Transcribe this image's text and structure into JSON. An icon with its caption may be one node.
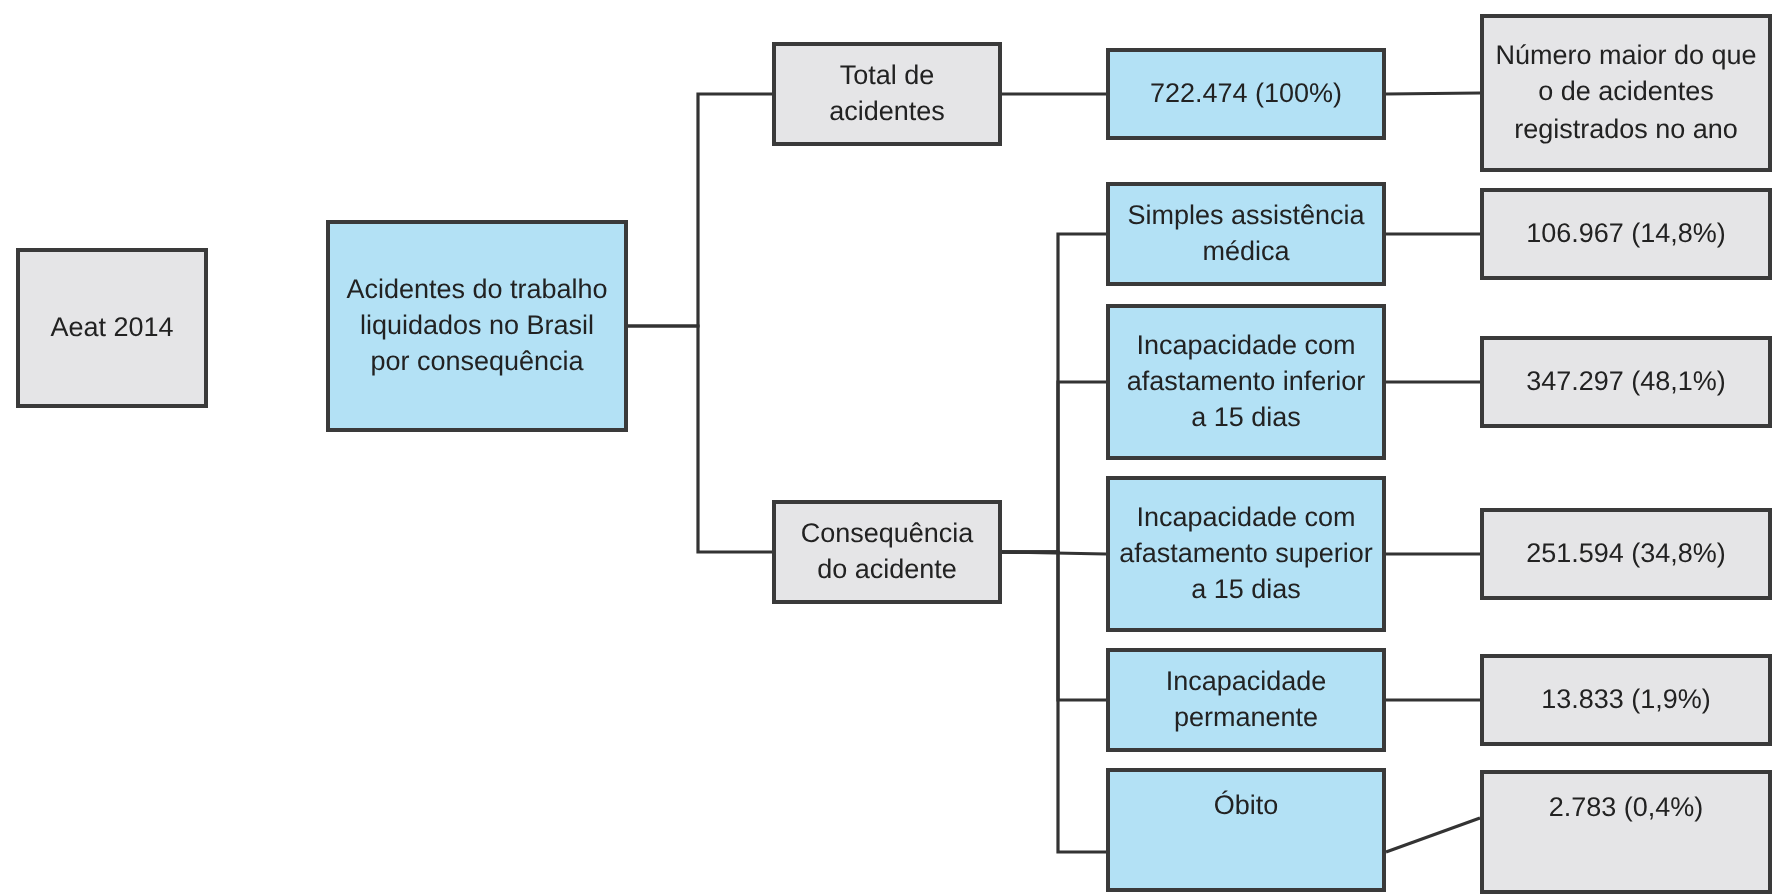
{
  "diagram": {
    "nodes": [
      {
        "text": [
          "Aeat 2014"
        ]
      },
      {
        "text": [
          "Acidentes do trabalho liquidados no Brasil por consequência"
        ]
      },
      {
        "text": [
          "Total de acidentes"
        ]
      },
      {
        "text": [
          "Consequência do acidente"
        ]
      },
      {
        "text": [
          "722.474 (100%)"
        ]
      },
      {
        "text": [
          "Número maior do que o de acidentes registrados no ano"
        ]
      },
      {
        "text": [
          "Simples assistência médica"
        ]
      },
      {
        "text": [
          "Incapacidade com afastamento inferior a 15 dias"
        ]
      },
      {
        "text": [
          "Incapacidade com afastamento superior a 15 dias"
        ]
      },
      {
        "text": [
          "Incapacidade permanente"
        ]
      },
      {
        "text": [
          "Óbito"
        ]
      },
      {
        "text": [
          "106.967 (14,8%)"
        ]
      },
      {
        "text": [
          "347.297 (48,1%)"
        ]
      },
      {
        "text": [
          "251.594 (34,8%)"
        ]
      },
      {
        "text": [
          "13.833 (1,9%)"
        ]
      },
      {
        "text": [
          "2.783 (0,4%)"
        ]
      }
    ],
    "edges": [
      {
        "from": 1,
        "to": 2,
        "arrow": "none"
      },
      {
        "from": 1,
        "to": 3,
        "arrow": "none"
      },
      {
        "from": 2,
        "to": 4,
        "arrow": "none"
      },
      {
        "from": 4,
        "to": 5,
        "arrow": "none"
      },
      {
        "from": 3,
        "to": 6,
        "arrow": "none"
      },
      {
        "from": 3,
        "to": 7,
        "arrow": "none"
      },
      {
        "from": 3,
        "to": 8,
        "arrow": "none"
      },
      {
        "from": 3,
        "to": 9,
        "arrow": "none"
      },
      {
        "from": 3,
        "to": 10,
        "arrow": "none"
      },
      {
        "from": 6,
        "to": 11,
        "arrow": "none"
      },
      {
        "from": 7,
        "to": 12,
        "arrow": "none"
      },
      {
        "from": 8,
        "to": 13,
        "arrow": "none"
      },
      {
        "from": 9,
        "to": 14,
        "arrow": "none"
      },
      {
        "from": 10,
        "to": 15,
        "arrow": "none"
      }
    ]
  }
}
